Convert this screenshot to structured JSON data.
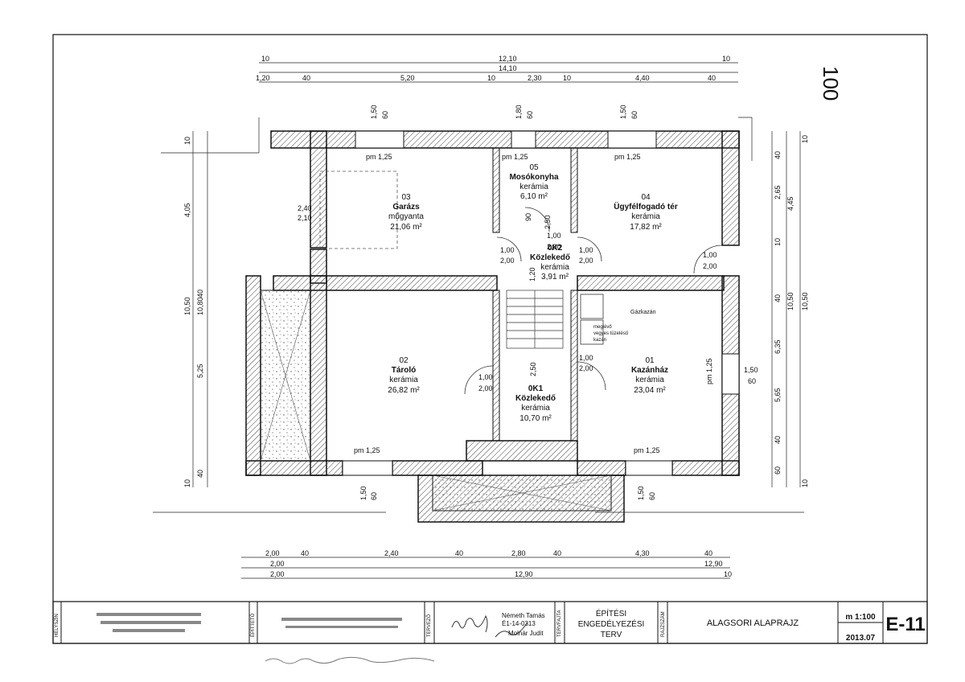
{
  "dims": {
    "top_row1": [
      "10",
      "12,10",
      "10"
    ],
    "top_row2": "14,10",
    "top_row3": [
      "1,20",
      "40",
      "5,20",
      "10",
      "2,30",
      "10",
      "4,40",
      "40"
    ],
    "win_top": [
      "1,50",
      "60",
      "1,80",
      "60",
      "1,50",
      "60"
    ],
    "left_outer": [
      "10",
      "4,05",
      "10,50",
      "10,80",
      "40",
      "5,25",
      "40",
      "10"
    ],
    "garage_door": [
      "2,40",
      "2,10"
    ],
    "right_outer": [
      "10",
      "40",
      "2,65",
      "4,45",
      "10",
      "40",
      "10,50",
      "10,50",
      "6,35",
      "5,65",
      "40",
      "60",
      "10"
    ],
    "door_left": [
      "1,00",
      "2,00"
    ],
    "door_mid": [
      "1,00",
      "2,00"
    ],
    "door_right": [
      "1,00",
      "2,00"
    ],
    "door_kazan_top": [
      "1,00",
      "2,00"
    ],
    "door_taro": [
      "1,00",
      "2,00"
    ],
    "door_0k2": [
      "1,00",
      "2,00"
    ],
    "misc": [
      "90",
      "2,50",
      "1,20",
      "2,50",
      "1,50",
      "60",
      "1,50",
      "60",
      "1,50",
      "60"
    ],
    "bottom_row1": [
      "2,00",
      "40",
      "2,40",
      "40",
      "2,80",
      "40",
      "4,30",
      "40"
    ],
    "bottom_row2": [
      "2,00",
      "12,90"
    ],
    "bottom_row3": [
      "2,00",
      "12,90",
      "10"
    ],
    "sill": [
      "pm 1,25",
      "pm 1,25",
      "pm 1,25",
      "pm 1,25",
      "pm 1,25",
      "pm 1,25"
    ]
  },
  "rooms": [
    {
      "no": "03",
      "name": "Garázs",
      "floor": "műgyanta",
      "area": "21,06 m²"
    },
    {
      "no": "05",
      "name": "Mosókonyha",
      "floor": "kerámia",
      "area": "6,10 m²"
    },
    {
      "no": "04",
      "name": "Ügyfélfogadó tér",
      "floor": "kerámia",
      "area": "17,82 m²"
    },
    {
      "no": "0K2",
      "name": "Közlekedő",
      "floor": "kerámia",
      "area": "3,91 m²"
    },
    {
      "no": "02",
      "name": "Tároló",
      "floor": "kerámia",
      "area": "26,82 m²"
    },
    {
      "no": "0K1",
      "name": "Közlekedő",
      "floor": "kerámia",
      "area": "10,70 m²"
    },
    {
      "no": "01",
      "name": "Kazánház",
      "floor": "kerámia",
      "area": "23,04 m²"
    }
  ],
  "notes": {
    "boiler": "Gázkazán",
    "boiler2": [
      "meglévő",
      "vegyes tüzelésű",
      "kazán"
    ],
    "handwritten_right": "100"
  },
  "title_block": {
    "label_helyszin": "HELYSZÍN",
    "label_epitteto": "ÉPÍTTETŐ",
    "label_tervezo": "TERVEZŐ",
    "label_tervfajta": "TERVFAJTA",
    "label_rajzszam": "RAJZSZÁM",
    "site_lines": [
      "",
      "",
      ""
    ],
    "owner_lines": [
      "",
      ""
    ],
    "designer_name": "Németh Tamás",
    "designer_no": "É1-14-0313",
    "designer2": "Molnár Judit",
    "plan_type": [
      "ÉPÍTÉSI",
      "ENGEDÉLYEZÉSI",
      "TERV"
    ],
    "drawing_title": "ALAGSORI ALAPRAJZ",
    "scale": "m 1:100",
    "date": "2013.07",
    "sheet_no": "E-11"
  }
}
